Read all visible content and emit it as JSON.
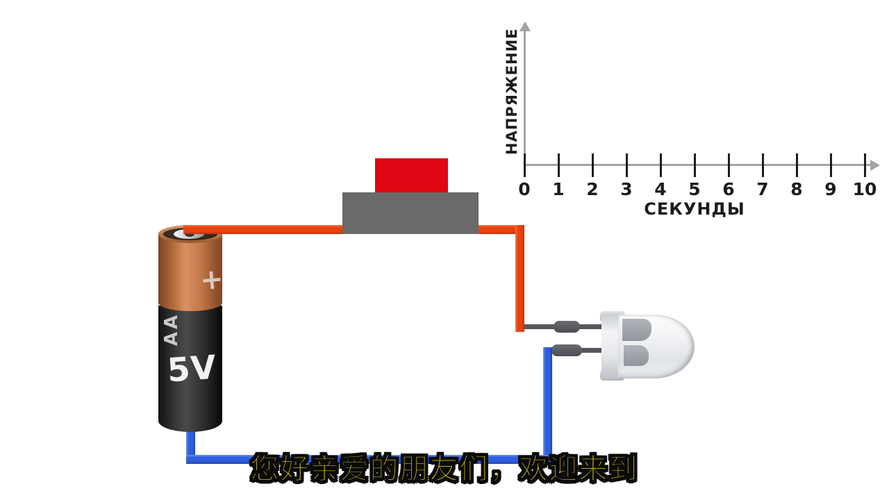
{
  "chart_data": {
    "type": "line",
    "title": "",
    "xlabel": "СЕКУНДЫ",
    "ylabel": "НАПРЯЖЕНИЕ",
    "x_ticks": [
      "0",
      "1",
      "2",
      "3",
      "4",
      "5",
      "6",
      "7",
      "8",
      "9",
      "10"
    ],
    "xlim": [
      0,
      10.2
    ],
    "grid": false,
    "legend": false,
    "series": [],
    "note": "empty voltage-vs-time axes, no data plotted"
  },
  "circuit": {
    "battery": {
      "type_label": "AA",
      "voltage_label": "5V",
      "polarity_label": "+",
      "copper_color": "#BE7244",
      "body_color": "#2B2B2B"
    },
    "button": {
      "cap_color": "#E00613",
      "base_color": "#6A6A6A"
    },
    "wires": {
      "positive_color": "#E8430E",
      "negative_color": "#2E5FE0"
    },
    "led": {
      "body_color": "#EDEFF2",
      "lead_color": "#55575C"
    }
  },
  "subtitle": {
    "text": "您好亲爱的朋友们，欢迎来到",
    "fill_color": "#F3E517",
    "outline_color": "#0A0A0A"
  }
}
